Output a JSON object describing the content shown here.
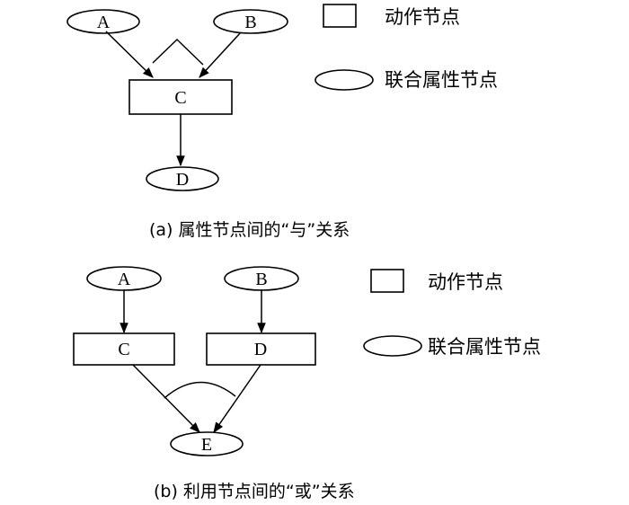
{
  "diagram_a": {
    "nodes": {
      "A": "A",
      "B": "B",
      "C": "C",
      "D": "D"
    },
    "legend": {
      "action_node": "动作节点",
      "joint_attr_node": "联合属性节点"
    },
    "caption": "(a) 属性节点间的“与”关系"
  },
  "diagram_b": {
    "nodes": {
      "A": "A",
      "B": "B",
      "C": "C",
      "D": "D",
      "E": "E"
    },
    "legend": {
      "action_node": "动作节点",
      "joint_attr_node": "联合属性节点"
    },
    "caption": "(b) 利用节点间的“或”关系"
  }
}
